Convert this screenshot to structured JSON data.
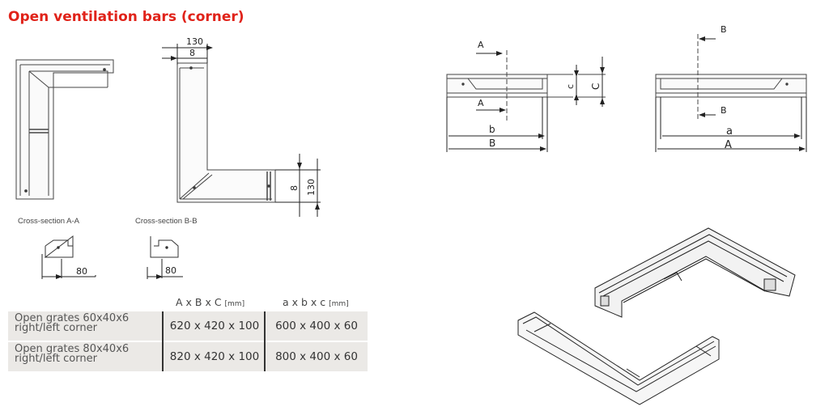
{
  "title": "Open ventilation bars (corner)",
  "captions": {
    "section_a": "Cross-section A-A",
    "section_b": "Cross-section B-B"
  },
  "dimensions": {
    "top_130": "130",
    "top_8": "8",
    "side_8": "8",
    "side_130": "130",
    "sec_a_80": "80",
    "sec_b_80": "80",
    "A": "A",
    "B": "B",
    "a": "a",
    "b": "b",
    "c": "c",
    "C": "C"
  },
  "table": {
    "header_outer": "A x B x C",
    "header_inner": "a x b x c",
    "unit": "[mm]",
    "rows": [
      {
        "name_line1": "Open grates    60x40x6",
        "name_line2": "right/left corner",
        "outer": "620 x 420 x 100",
        "inner": "600 x 400 x 60"
      },
      {
        "name_line1": "Open grates    80x40x6",
        "name_line2": "right/left corner",
        "outer": "820 x 420 x 100",
        "inner": "800 x 400 x 60"
      }
    ]
  },
  "colors": {
    "title": "#e0231a",
    "row_bg": "#ebe9e6",
    "line": "#333333"
  }
}
